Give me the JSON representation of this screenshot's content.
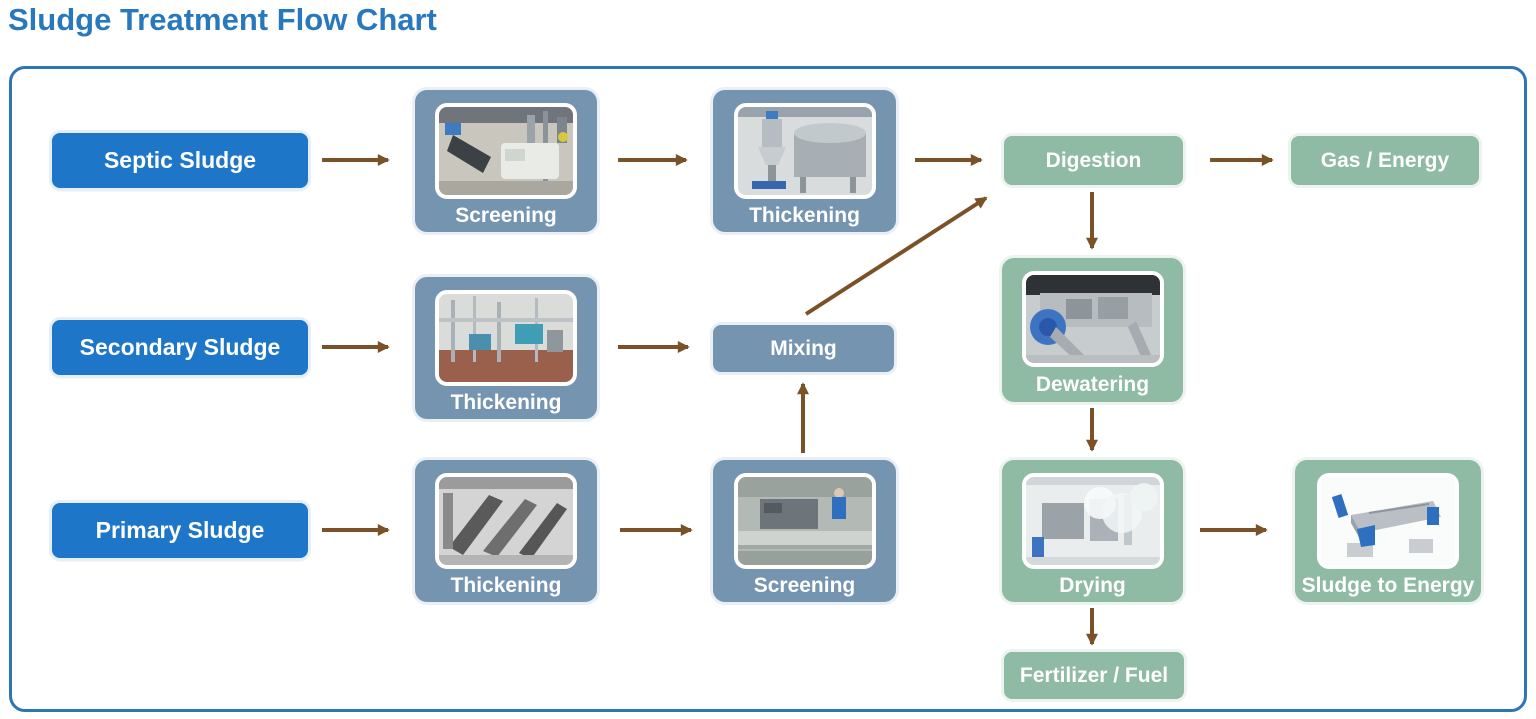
{
  "title": "Sludge Treatment Flow Chart",
  "nodes": {
    "septic": {
      "label": "Septic Sludge",
      "type": "source"
    },
    "secondary": {
      "label": "Secondary Sludge",
      "type": "source"
    },
    "primary": {
      "label": "Primary Sludge",
      "type": "source"
    },
    "screening_top": {
      "label": "Screening",
      "type": "process-photo"
    },
    "thickening_top": {
      "label": "Thickening",
      "type": "process-photo"
    },
    "thickening_mid": {
      "label": "Thickening",
      "type": "process-photo"
    },
    "mixing": {
      "label": "Mixing",
      "type": "process"
    },
    "thickening_bottom": {
      "label": "Thickening",
      "type": "process-photo"
    },
    "screening_bottom": {
      "label": "Screening",
      "type": "process-photo"
    },
    "digestion": {
      "label": "Digestion",
      "type": "output"
    },
    "gas_energy": {
      "label": "Gas / Energy",
      "type": "output"
    },
    "dewatering": {
      "label": "Dewatering",
      "type": "output-photo"
    },
    "drying": {
      "label": "Drying",
      "type": "output-photo"
    },
    "sludge_to_energy": {
      "label": "Sludge to Energy",
      "type": "output-photo"
    },
    "fertilizer_fuel": {
      "label": "Fertilizer / Fuel",
      "type": "output"
    }
  },
  "edges": [
    {
      "from": "Septic Sludge",
      "to": "Screening (top)"
    },
    {
      "from": "Screening (top)",
      "to": "Thickening (top)"
    },
    {
      "from": "Thickening (top)",
      "to": "Digestion"
    },
    {
      "from": "Digestion",
      "to": "Gas / Energy"
    },
    {
      "from": "Digestion",
      "to": "Dewatering"
    },
    {
      "from": "Dewatering",
      "to": "Drying"
    },
    {
      "from": "Drying",
      "to": "Sludge to Energy"
    },
    {
      "from": "Drying",
      "to": "Fertilizer / Fuel"
    },
    {
      "from": "Secondary Sludge",
      "to": "Thickening (middle)"
    },
    {
      "from": "Thickening (middle)",
      "to": "Mixing"
    },
    {
      "from": "Mixing",
      "to": "Digestion"
    },
    {
      "from": "Primary Sludge",
      "to": "Thickening (bottom)"
    },
    {
      "from": "Thickening (bottom)",
      "to": "Screening (bottom)"
    },
    {
      "from": "Screening (bottom)",
      "to": "Mixing"
    }
  ],
  "colors": {
    "title": "#2878be",
    "panel_border": "#2e75b6",
    "source_box": "#1e76c8",
    "process_box": "#7494af",
    "output_box": "#8fbaa3",
    "arrow": "#7b5227",
    "box_text": "#ffffff"
  }
}
